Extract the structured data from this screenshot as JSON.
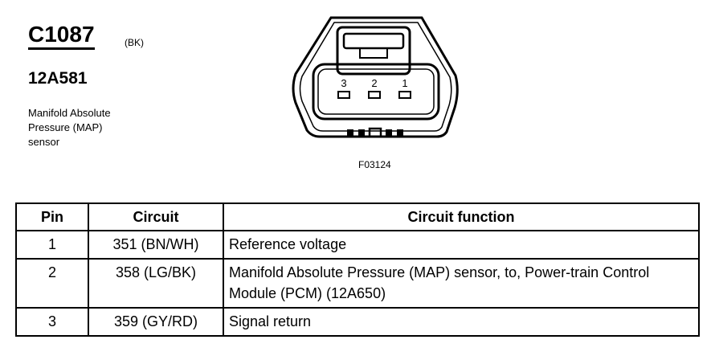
{
  "header": {
    "connector_id": "C1087",
    "color_code": "(BK)",
    "part_number": "12A581",
    "description": "Manifold Absolute\nPressure (MAP)\nsensor"
  },
  "diagram": {
    "figure_code": "F03124",
    "pin_labels": [
      "3",
      "2",
      "1"
    ]
  },
  "table": {
    "headers": {
      "pin": "Pin",
      "circuit": "Circuit",
      "function": "Circuit function"
    },
    "rows": [
      {
        "pin": "1",
        "circuit": "351 (BN/WH)",
        "function": "Reference voltage"
      },
      {
        "pin": "2",
        "circuit": "358 (LG/BK)",
        "function": "Manifold Absolute Pressure (MAP) sensor, to, Power-train Control Module (PCM) (12A650)"
      },
      {
        "pin": "3",
        "circuit": "359 (GY/RD)",
        "function": "Signal return"
      }
    ]
  }
}
